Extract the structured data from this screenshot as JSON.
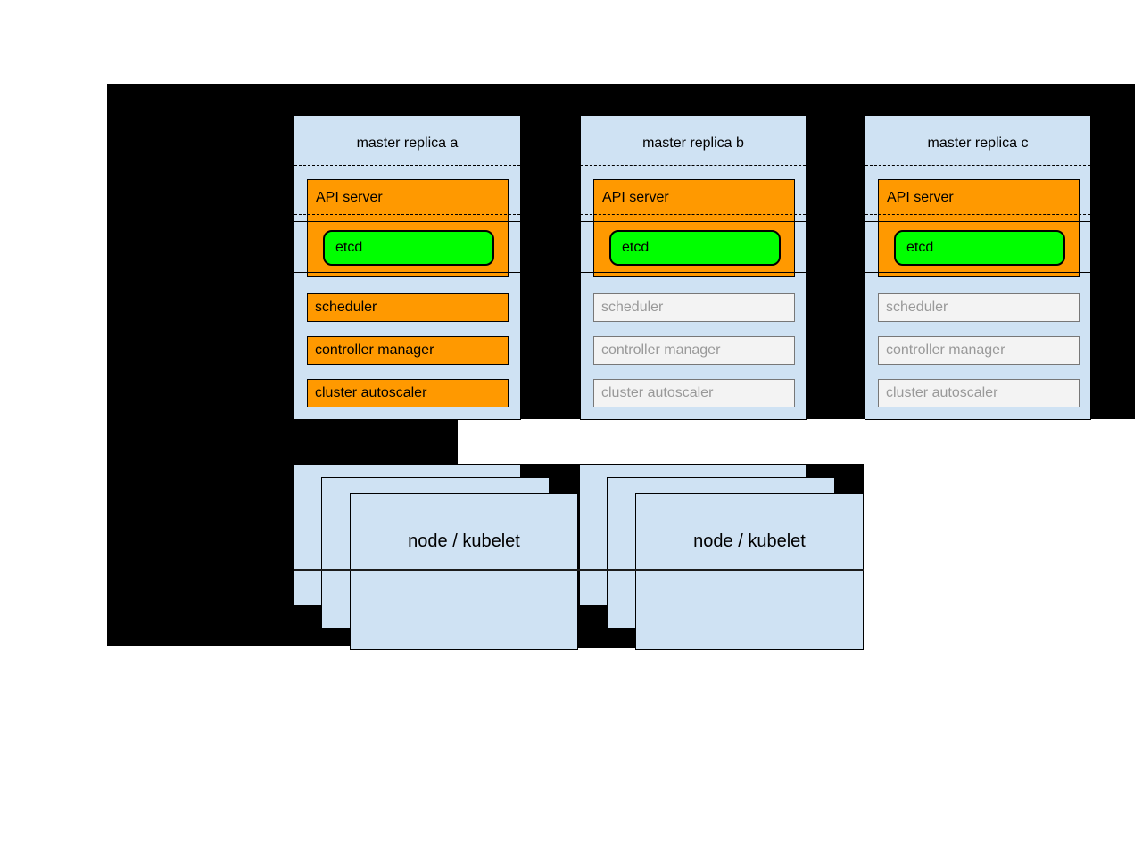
{
  "colors": {
    "bg-black": "#000000",
    "page-white": "#ffffff",
    "box-blue": "#cfe2f3",
    "accent-orange": "#ff9900",
    "accent-green": "#00ff00",
    "inactive-fill": "#f3f3f3",
    "inactive-border": "#777777",
    "inactive-text": "#999999",
    "line-black": "#000000"
  },
  "masters": [
    {
      "title": "master replica a",
      "components": {
        "api_server": "API server",
        "etcd": "etcd",
        "scheduler": "scheduler",
        "controller_manager": "controller manager",
        "cluster_autoscaler": "cluster autoscaler"
      }
    },
    {
      "title": "master replica b",
      "components": {
        "api_server": "API server",
        "etcd": "etcd",
        "scheduler": "scheduler",
        "controller_manager": "controller manager",
        "cluster_autoscaler": "cluster autoscaler"
      }
    },
    {
      "title": "master replica c",
      "components": {
        "api_server": "API server",
        "etcd": "etcd",
        "scheduler": "scheduler",
        "controller_manager": "controller manager",
        "cluster_autoscaler": "cluster autoscaler"
      }
    }
  ],
  "nodes": [
    {
      "label": "node / kubelet"
    },
    {
      "label": "node / kubelet"
    }
  ]
}
